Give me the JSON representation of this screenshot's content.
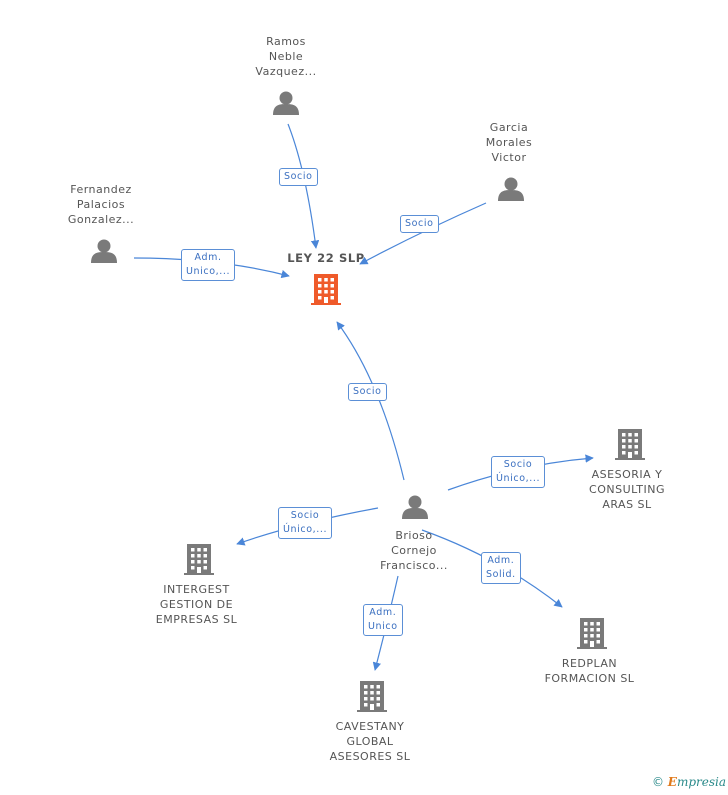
{
  "nodes": {
    "ley22": {
      "label": "LEY 22  SLP",
      "color": "#ef5a2a"
    },
    "ramos": {
      "label": "Ramos\nNeble\nVazquez..."
    },
    "garcia": {
      "label": "Garcia\nMorales\nVictor"
    },
    "fernandez": {
      "label": "Fernandez\nPalacios\nGonzalez..."
    },
    "brioso": {
      "label": "Brioso\nCornejo\nFrancisco..."
    },
    "asesoria": {
      "label": "ASESORIA Y\nCONSULTING\nARAS SL"
    },
    "intergest": {
      "label": "INTERGEST\nGESTION DE\nEMPRESAS  SL"
    },
    "redplan": {
      "label": "REDPLAN\nFORMACION SL"
    },
    "cavestany": {
      "label": "CAVESTANY\nGLOBAL\nASESORES SL"
    }
  },
  "edges": {
    "ramos_ley": "Socio",
    "garcia_ley": "Socio",
    "fernandez_ley": "Adm.\nUnico,...",
    "brioso_ley": "Socio",
    "brioso_asesoria": "Socio\nÚnico,...",
    "brioso_intergest": "Socio\nÚnico,...",
    "brioso_redplan": "Adm.\nSolid.",
    "brioso_cavestany": "Adm.\nUnico"
  },
  "colors": {
    "edge": "#4a86d8",
    "person": "#7a7a7a",
    "company": "#7a7a7a",
    "focus": "#ef5a2a"
  },
  "footer": {
    "copyright": "©",
    "brand_e": "E",
    "brand_rest": "mpresia"
  }
}
